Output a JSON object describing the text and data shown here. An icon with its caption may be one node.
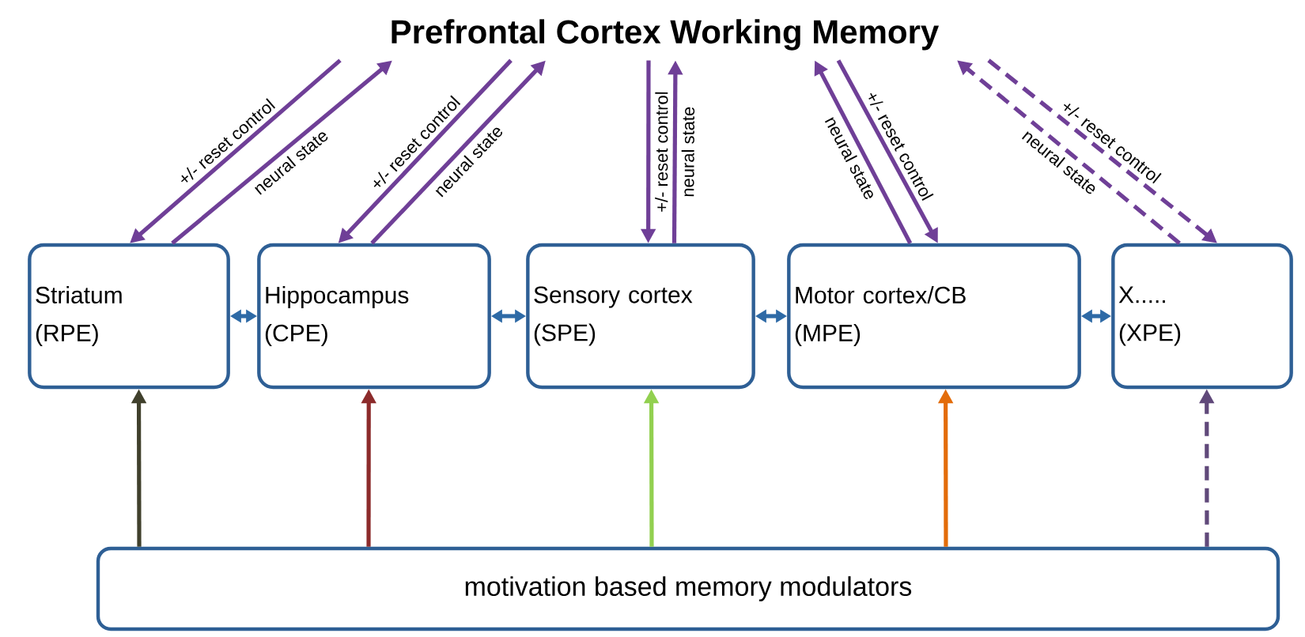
{
  "diagram": {
    "nodes": [
      {
        "text": [
          "Prefrontal Cortex Working Memory"
        ]
      },
      {
        "text": [
          "Striatum",
          "(RPE)"
        ]
      },
      {
        "text": [
          "Hippocampus",
          "(CPE)"
        ]
      },
      {
        "text": [
          "Sensory cortex",
          "(SPE)"
        ]
      },
      {
        "text": [
          "Motor cortex/CB",
          "(MPE)"
        ]
      },
      {
        "text": [
          "X.....",
          "(XPE)"
        ]
      },
      {
        "text": [
          "motivation based memory modulators"
        ]
      }
    ],
    "edges": [
      {
        "from": 0,
        "to": 1,
        "arrow": "to",
        "label": "+/- reset control"
      },
      {
        "from": 1,
        "to": 0,
        "arrow": "to",
        "label": "neural state"
      },
      {
        "from": 0,
        "to": 2,
        "arrow": "to",
        "label": "+/- reset control"
      },
      {
        "from": 2,
        "to": 0,
        "arrow": "to",
        "label": "neural state"
      },
      {
        "from": 0,
        "to": 3,
        "arrow": "to",
        "label": "+/- reset control"
      },
      {
        "from": 3,
        "to": 0,
        "arrow": "to",
        "label": "neural state"
      },
      {
        "from": 4,
        "to": 0,
        "arrow": "to",
        "label": "neural state"
      },
      {
        "from": 0,
        "to": 4,
        "arrow": "to",
        "label": "+/- reset control"
      },
      {
        "from": 5,
        "to": 0,
        "arrow": "to",
        "label": "neural state",
        "style": "dashed"
      },
      {
        "from": 0,
        "to": 5,
        "arrow": "to",
        "label": "+/- reset control",
        "style": "dashed"
      },
      {
        "from": 1,
        "to": 2,
        "arrow": "both",
        "color": "#2e6aa6"
      },
      {
        "from": 2,
        "to": 3,
        "arrow": "both",
        "color": "#2e6aa6"
      },
      {
        "from": 3,
        "to": 4,
        "arrow": "both",
        "color": "#2e6aa6"
      },
      {
        "from": 4,
        "to": 5,
        "arrow": "both",
        "color": "#2e6aa6"
      },
      {
        "from": 6,
        "to": 1,
        "arrow": "to",
        "color": "#40402c"
      },
      {
        "from": 6,
        "to": 2,
        "arrow": "to",
        "color": "#8c2b2b"
      },
      {
        "from": 6,
        "to": 3,
        "arrow": "to",
        "color": "#92d050"
      },
      {
        "from": 6,
        "to": 4,
        "arrow": "to",
        "color": "#e36c0a"
      },
      {
        "from": 6,
        "to": 5,
        "arrow": "to",
        "style": "dashed",
        "color": "#60497a"
      }
    ]
  }
}
